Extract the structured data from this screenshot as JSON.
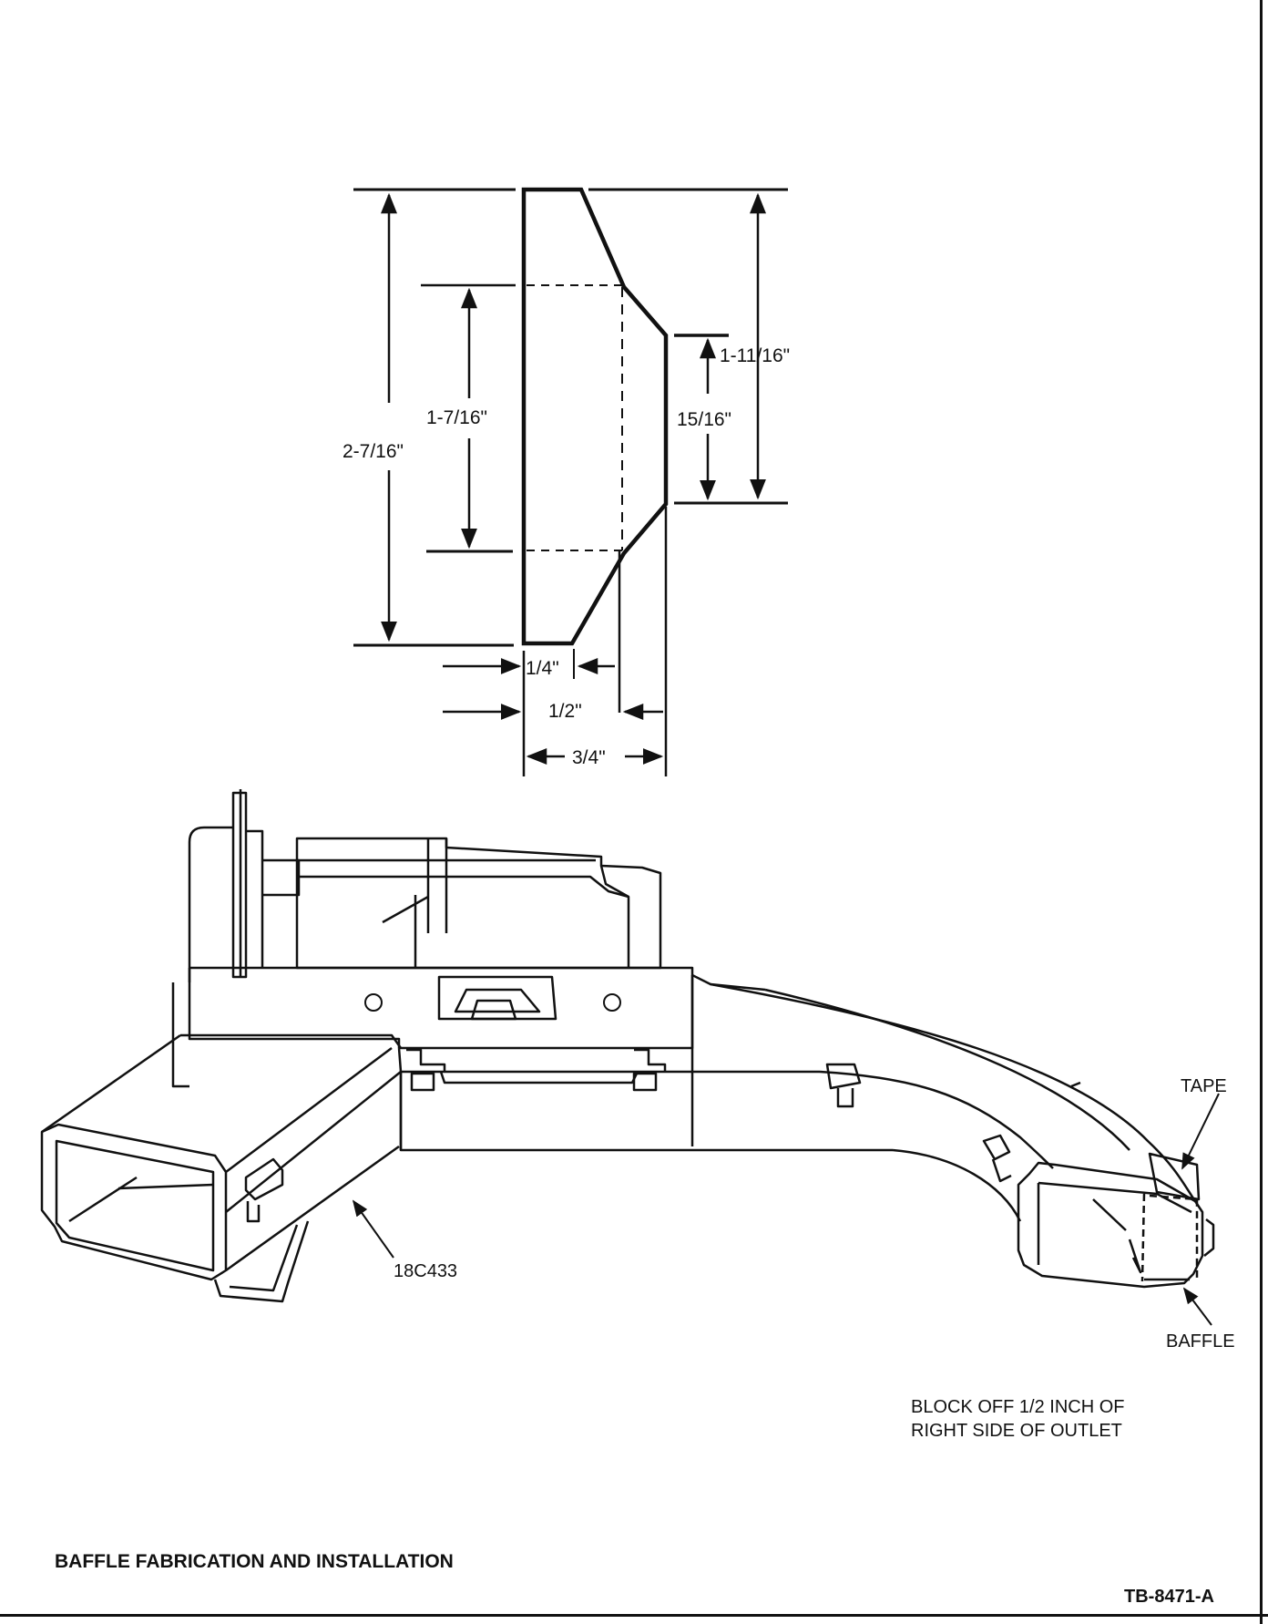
{
  "dimensions": {
    "overall_height": "2-7/16\"",
    "inner_height": "1-7/16\"",
    "right_height": "1-11/16\"",
    "flat_height": "15/16\"",
    "width_quarter": "1/4\"",
    "width_half": "1/2\"",
    "width_three_quarter": "3/4\""
  },
  "labels": {
    "part_number": "18C433",
    "tape": "TAPE",
    "baffle": "BAFFLE",
    "note_line1": "BLOCK OFF 1/2 INCH OF",
    "note_line2": "RIGHT SIDE OF OUTLET"
  },
  "caption": "BAFFLE FABRICATION AND INSTALLATION",
  "figure_code": "TB-8471-A"
}
